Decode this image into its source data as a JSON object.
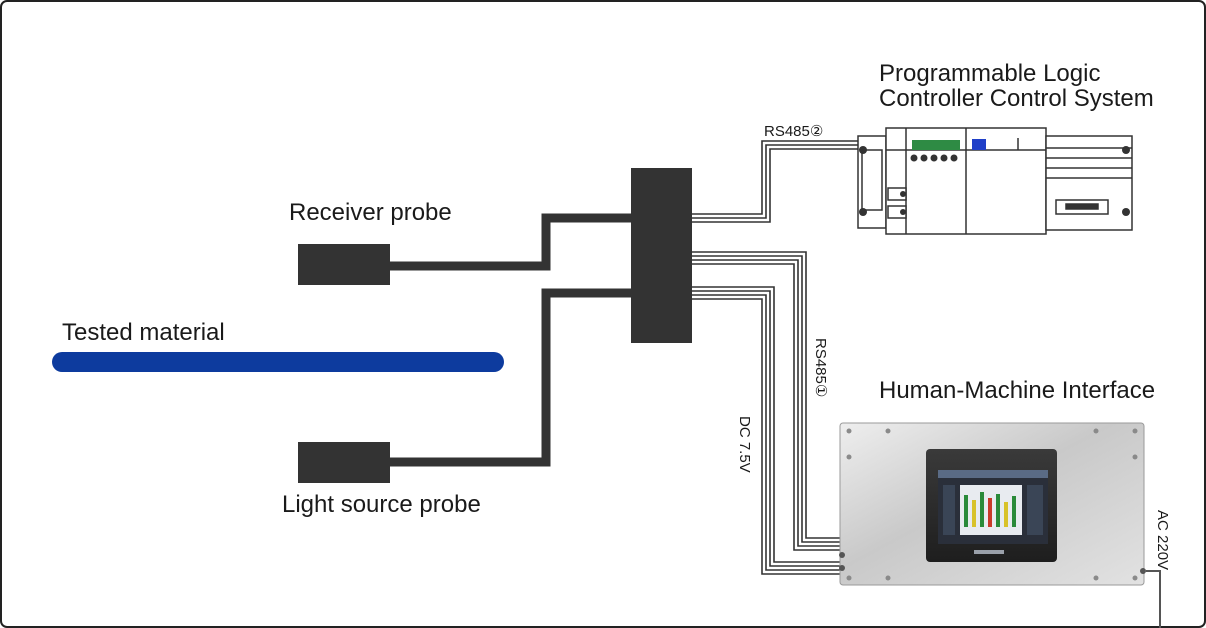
{
  "labels": {
    "receiver_probe": "Receiver probe",
    "light_source_probe": "Light source probe",
    "tested_material": "Tested material",
    "plc_line1": "Programmable Logic",
    "plc_line2": "Controller Control System",
    "hmi": "Human-Machine Interface",
    "rs485_2": "RS485②",
    "rs485_1": "RS485①",
    "dc": "DC 7.5V",
    "ac": "AC 220V"
  },
  "colors": {
    "probe": "#333333",
    "material": "#0d3b9e",
    "cable": "#333333",
    "frame": "#222222"
  }
}
